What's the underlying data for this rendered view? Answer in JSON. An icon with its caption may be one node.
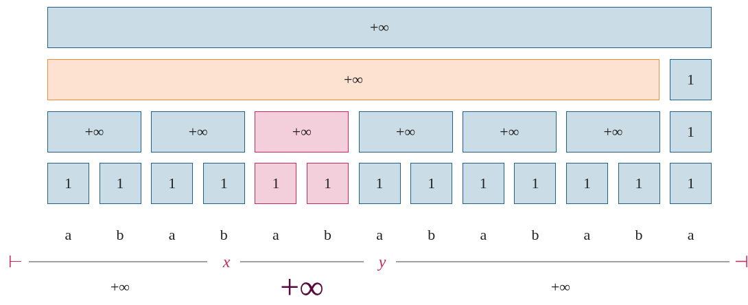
{
  "diagram": {
    "nodes": [
      {
        "text": [
          "+∞"
        ]
      },
      {
        "text": [
          "+∞"
        ]
      },
      {
        "text": [
          "1"
        ]
      },
      {
        "text": [
          "+∞"
        ]
      },
      {
        "text": [
          "+∞"
        ]
      },
      {
        "text": [
          "+∞"
        ]
      },
      {
        "text": [
          "+∞"
        ]
      },
      {
        "text": [
          "+∞"
        ]
      },
      {
        "text": [
          "+∞"
        ]
      },
      {
        "text": [
          "1"
        ]
      },
      {
        "text": [
          "1"
        ]
      },
      {
        "text": [
          "1"
        ]
      },
      {
        "text": [
          "1"
        ]
      },
      {
        "text": [
          "1"
        ]
      },
      {
        "text": [
          "1"
        ]
      },
      {
        "text": [
          "1"
        ]
      },
      {
        "text": [
          "1"
        ]
      },
      {
        "text": [
          "1"
        ]
      },
      {
        "text": [
          "1"
        ]
      },
      {
        "text": [
          "1"
        ]
      },
      {
        "text": [
          "1"
        ]
      },
      {
        "text": [
          "1"
        ]
      },
      {
        "text": [
          "1"
        ]
      }
    ],
    "labels": [
      "a",
      "b",
      "a",
      "b",
      "a",
      "b",
      "a",
      "b",
      "a",
      "b",
      "a",
      "b",
      "a",
      "⊢",
      "x",
      "y",
      "⊣",
      "+∞",
      "+∞",
      "+∞"
    ]
  }
}
